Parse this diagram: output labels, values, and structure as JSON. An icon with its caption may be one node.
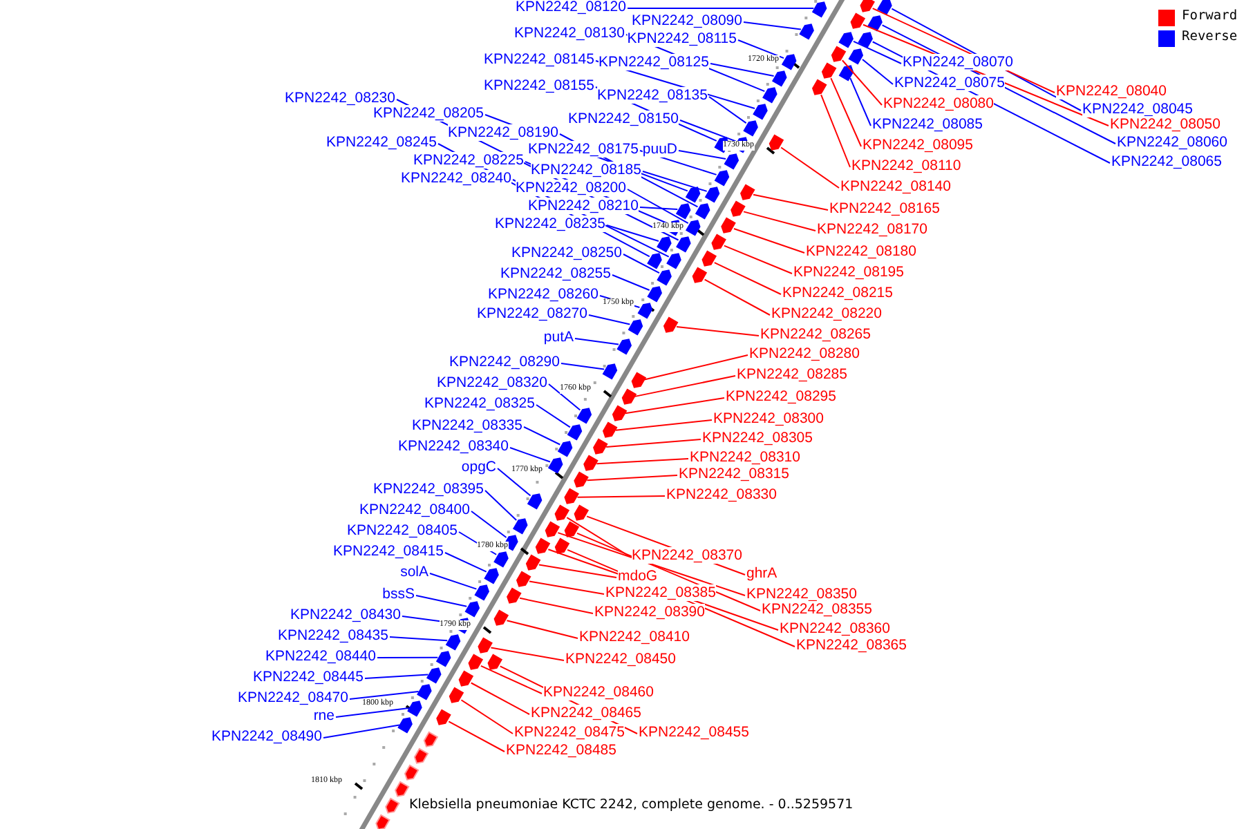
{
  "diagram": {
    "caption": "Klebsiella pneumoniae KCTC 2242, complete genome. - 0..5259571",
    "nodes": [
      {
        "text": [
          "KPN2242_08120"
        ]
      },
      {
        "text": [
          "KPN2242_08090"
        ]
      },
      {
        "text": [
          "KPN2242_08130"
        ]
      },
      {
        "text": [
          "KPN2242_08115"
        ]
      },
      {
        "text": [
          "KPN2242_08145"
        ]
      },
      {
        "text": [
          "KPN2242_08125"
        ]
      },
      {
        "text": [
          "KPN2242_08155"
        ]
      },
      {
        "text": [
          "KPN2242_08135"
        ]
      },
      {
        "text": [
          "KPN2242_08230"
        ]
      },
      {
        "text": [
          "KPN2242_08150"
        ]
      },
      {
        "text": [
          "KPN2242_08205"
        ]
      },
      {
        "text": [
          "KPN2242_08190"
        ]
      },
      {
        "text": [
          "KPN2242_08175"
        ]
      },
      {
        "text": [
          "puuD"
        ]
      },
      {
        "text": [
          "KPN2242_08245"
        ]
      },
      {
        "text": [
          "KPN2242_08185"
        ]
      },
      {
        "text": [
          "KPN2242_08225"
        ]
      },
      {
        "text": [
          "KPN2242_08240"
        ]
      },
      {
        "text": [
          "KPN2242_08200"
        ]
      },
      {
        "text": [
          "KPN2242_08210"
        ]
      },
      {
        "text": [
          "KPN2242_08235"
        ]
      },
      {
        "text": [
          "KPN2242_08250"
        ]
      },
      {
        "text": [
          "KPN2242_08255"
        ]
      },
      {
        "text": [
          "KPN2242_08260"
        ]
      },
      {
        "text": [
          "KPN2242_08270"
        ]
      },
      {
        "text": [
          "putA"
        ]
      },
      {
        "text": [
          "KPN2242_08290"
        ]
      },
      {
        "text": [
          "KPN2242_08320"
        ]
      },
      {
        "text": [
          "KPN2242_08325"
        ]
      },
      {
        "text": [
          "KPN2242_08335"
        ]
      },
      {
        "text": [
          "KPN2242_08340"
        ]
      },
      {
        "text": [
          "opgC"
        ]
      },
      {
        "text": [
          "KPN2242_08395"
        ]
      },
      {
        "text": [
          "KPN2242_08400"
        ]
      },
      {
        "text": [
          "KPN2242_08405"
        ]
      },
      {
        "text": [
          "KPN2242_08415"
        ]
      },
      {
        "text": [
          "solA"
        ]
      },
      {
        "text": [
          "bssS"
        ]
      },
      {
        "text": [
          "KPN2242_08430"
        ]
      },
      {
        "text": [
          "KPN2242_08435"
        ]
      },
      {
        "text": [
          "KPN2242_08440"
        ]
      },
      {
        "text": [
          "KPN2242_08445"
        ]
      },
      {
        "text": [
          "KPN2242_08470"
        ]
      },
      {
        "text": [
          "rne"
        ]
      },
      {
        "text": [
          "KPN2242_08490"
        ]
      },
      {
        "text": [
          "KPN2242_08070"
        ]
      },
      {
        "text": [
          "KPN2242_08075"
        ]
      },
      {
        "text": [
          "KPN2242_08085"
        ]
      },
      {
        "text": [
          "KPN2242_08045"
        ]
      },
      {
        "text": [
          "KPN2242_08060"
        ]
      },
      {
        "text": [
          "KPN2242_08065"
        ]
      },
      {
        "text": [
          "KPN2242_08040"
        ]
      },
      {
        "text": [
          "KPN2242_08050"
        ]
      },
      {
        "text": [
          "KPN2242_08080"
        ]
      },
      {
        "text": [
          "KPN2242_08095"
        ]
      },
      {
        "text": [
          "KPN2242_08110"
        ]
      },
      {
        "text": [
          "KPN2242_08140"
        ]
      },
      {
        "text": [
          "KPN2242_08165"
        ]
      },
      {
        "text": [
          "KPN2242_08170"
        ]
      },
      {
        "text": [
          "KPN2242_08180"
        ]
      },
      {
        "text": [
          "KPN2242_08195"
        ]
      },
      {
        "text": [
          "KPN2242_08215"
        ]
      },
      {
        "text": [
          "KPN2242_08220"
        ]
      },
      {
        "text": [
          "KPN2242_08265"
        ]
      },
      {
        "text": [
          "KPN2242_08280"
        ]
      },
      {
        "text": [
          "KPN2242_08285"
        ]
      },
      {
        "text": [
          "KPN2242_08295"
        ]
      },
      {
        "text": [
          "KPN2242_08300"
        ]
      },
      {
        "text": [
          "KPN2242_08305"
        ]
      },
      {
        "text": [
          "KPN2242_08310"
        ]
      },
      {
        "text": [
          "KPN2242_08315"
        ]
      },
      {
        "text": [
          "KPN2242_08330"
        ]
      },
      {
        "text": [
          "KPN2242_08370"
        ]
      },
      {
        "text": [
          "ghrA"
        ]
      },
      {
        "text": [
          "mdoG"
        ]
      },
      {
        "text": [
          "KPN2242_08350"
        ]
      },
      {
        "text": [
          "KPN2242_08385"
        ]
      },
      {
        "text": [
          "KPN2242_08355"
        ]
      },
      {
        "text": [
          "KPN2242_08390"
        ]
      },
      {
        "text": [
          "KPN2242_08360"
        ]
      },
      {
        "text": [
          "KPN2242_08365"
        ]
      },
      {
        "text": [
          "KPN2242_08410"
        ]
      },
      {
        "text": [
          "KPN2242_08450"
        ]
      },
      {
        "text": [
          "KPN2242_08460"
        ]
      },
      {
        "text": [
          "KPN2242_08465"
        ]
      },
      {
        "text": [
          "KPN2242_08475"
        ]
      },
      {
        "text": [
          "KPN2242_08455"
        ]
      },
      {
        "text": [
          "KPN2242_08485"
        ]
      },
      {
        "text": [],
        "shape": "arrow"
      },
      {
        "text": [],
        "shape": "arrow"
      },
      {
        "text": [],
        "shape": "arrow"
      },
      {
        "text": [],
        "shape": "arrow"
      },
      {
        "text": [],
        "shape": "arrow"
      },
      {
        "text": [],
        "shape": "arrow"
      },
      {
        "text": [],
        "shape": "arrow"
      },
      {
        "text": [],
        "shape": "arrow"
      },
      {
        "text": [],
        "shape": "arrow"
      },
      {
        "text": [],
        "shape": "arrow"
      },
      {
        "text": [],
        "shape": "arrow"
      },
      {
        "text": [],
        "shape": "arrow"
      },
      {
        "text": [],
        "shape": "arrow"
      },
      {
        "text": [],
        "shape": "arrow"
      },
      {
        "text": [],
        "shape": "arrow"
      },
      {
        "text": [],
        "shape": "arrow"
      },
      {
        "text": [],
        "shape": "arrow"
      },
      {
        "text": [],
        "shape": "arrow"
      },
      {
        "text": [],
        "shape": "arrow"
      },
      {
        "text": [],
        "shape": "arrow"
      },
      {
        "text": [],
        "shape": "arrow"
      },
      {
        "text": [],
        "shape": "arrow"
      },
      {
        "text": [],
        "shape": "arrow"
      },
      {
        "text": [],
        "shape": "arrow"
      },
      {
        "text": [],
        "shape": "arrow"
      },
      {
        "text": [],
        "shape": "arrow"
      },
      {
        "text": [],
        "shape": "arrow"
      },
      {
        "text": [],
        "shape": "arrow"
      },
      {
        "text": [],
        "shape": "arrow"
      },
      {
        "text": [],
        "shape": "arrow"
      },
      {
        "text": [],
        "shape": "arrow"
      },
      {
        "text": [],
        "shape": "arrow"
      },
      {
        "text": [],
        "shape": "arrow"
      },
      {
        "text": [],
        "shape": "arrow"
      },
      {
        "text": [],
        "shape": "arrow"
      },
      {
        "text": [],
        "shape": "arrow"
      },
      {
        "text": [],
        "shape": "arrow"
      },
      {
        "text": [],
        "shape": "arrow"
      },
      {
        "text": [],
        "shape": "arrow"
      },
      {
        "text": [],
        "shape": "arrow"
      },
      {
        "text": [],
        "shape": "arrow"
      },
      {
        "text": [],
        "shape": "arrow"
      },
      {
        "text": [],
        "shape": "arrow"
      },
      {
        "text": [],
        "shape": "arrow"
      },
      {
        "text": [],
        "shape": "arrow"
      },
      {
        "text": [],
        "shape": "arrow"
      },
      {
        "text": [],
        "shape": "arrow"
      },
      {
        "text": [],
        "shape": "arrow"
      },
      {
        "text": [],
        "shape": "arrow"
      },
      {
        "text": [],
        "shape": "arrow"
      },
      {
        "text": [],
        "shape": "arrow"
      },
      {
        "text": [],
        "shape": "arrow"
      },
      {
        "text": [],
        "shape": "arrow"
      },
      {
        "text": [],
        "shape": "arrow"
      },
      {
        "text": [],
        "shape": "arrow"
      },
      {
        "text": [],
        "shape": "arrow"
      },
      {
        "text": [],
        "shape": "arrow"
      },
      {
        "text": [],
        "shape": "arrow"
      },
      {
        "text": [],
        "shape": "arrow"
      },
      {
        "text": [],
        "shape": "arrow"
      },
      {
        "text": [],
        "shape": "arrow"
      },
      {
        "text": [],
        "shape": "arrow"
      },
      {
        "text": [],
        "shape": "arrow"
      },
      {
        "text": [],
        "shape": "arrow"
      },
      {
        "text": [],
        "shape": "arrow"
      },
      {
        "text": [],
        "shape": "arrow"
      },
      {
        "text": [],
        "shape": "arrow"
      },
      {
        "text": [],
        "shape": "arrow"
      },
      {
        "text": [],
        "shape": "arrow"
      },
      {
        "text": [],
        "shape": "arrow"
      },
      {
        "text": [],
        "shape": "arrow"
      },
      {
        "text": [],
        "shape": "arrow"
      },
      {
        "text": [],
        "shape": "arrow"
      },
      {
        "text": [],
        "shape": "arrow"
      },
      {
        "text": [],
        "shape": "arrow"
      },
      {
        "text": [],
        "shape": "arrow"
      },
      {
        "text": [],
        "shape": "arrow"
      },
      {
        "text": [],
        "shape": "arrow"
      },
      {
        "text": [],
        "shape": "arrow"
      },
      {
        "text": [],
        "shape": "arrow"
      },
      {
        "text": [],
        "shape": "arrow"
      },
      {
        "text": [],
        "shape": "arrow"
      },
      {
        "text": [],
        "shape": "arrow"
      },
      {
        "text": [],
        "shape": "arrow"
      },
      {
        "text": [],
        "shape": "arrow"
      },
      {
        "text": [],
        "shape": "arrow"
      },
      {
        "text": [],
        "shape": "arrow"
      },
      {
        "text": [],
        "shape": "arrow"
      }
    ],
    "edges": [
      {
        "from": 0,
        "to": 88,
        "arrow": "none"
      },
      {
        "from": 1,
        "to": 89,
        "arrow": "none"
      },
      {
        "from": 2,
        "to": 90,
        "arrow": "none"
      },
      {
        "from": 3,
        "to": 91,
        "arrow": "none"
      },
      {
        "from": 4,
        "to": 92,
        "arrow": "none"
      },
      {
        "from": 5,
        "to": 93,
        "arrow": "none"
      },
      {
        "from": 6,
        "to": 94,
        "arrow": "none"
      },
      {
        "from": 7,
        "to": 95,
        "arrow": "none"
      },
      {
        "from": 8,
        "to": 96,
        "arrow": "none"
      },
      {
        "from": 9,
        "to": 97,
        "arrow": "none"
      },
      {
        "from": 10,
        "to": 98,
        "arrow": "none"
      },
      {
        "from": 11,
        "to": 99,
        "arrow": "none"
      },
      {
        "from": 12,
        "to": 100,
        "arrow": "none"
      },
      {
        "from": 13,
        "to": 101,
        "arrow": "none"
      },
      {
        "from": 14,
        "to": 102,
        "arrow": "none"
      },
      {
        "from": 15,
        "to": 103,
        "arrow": "none"
      },
      {
        "from": 16,
        "to": 104,
        "arrow": "none"
      },
      {
        "from": 17,
        "to": 105,
        "arrow": "none"
      },
      {
        "from": 18,
        "to": 106,
        "arrow": "none"
      },
      {
        "from": 19,
        "to": 107,
        "arrow": "none"
      },
      {
        "from": 20,
        "to": 108,
        "arrow": "none"
      },
      {
        "from": 21,
        "to": 109,
        "arrow": "none"
      },
      {
        "from": 22,
        "to": 110,
        "arrow": "none"
      },
      {
        "from": 23,
        "to": 111,
        "arrow": "none"
      },
      {
        "from": 24,
        "to": 112,
        "arrow": "none"
      },
      {
        "from": 25,
        "to": 113,
        "arrow": "none"
      },
      {
        "from": 26,
        "to": 114,
        "arrow": "none"
      },
      {
        "from": 27,
        "to": 115,
        "arrow": "none"
      },
      {
        "from": 28,
        "to": 116,
        "arrow": "none"
      },
      {
        "from": 29,
        "to": 117,
        "arrow": "none"
      },
      {
        "from": 30,
        "to": 118,
        "arrow": "none"
      },
      {
        "from": 31,
        "to": 119,
        "arrow": "none"
      },
      {
        "from": 32,
        "to": 120,
        "arrow": "none"
      },
      {
        "from": 33,
        "to": 121,
        "arrow": "none"
      },
      {
        "from": 34,
        "to": 122,
        "arrow": "none"
      },
      {
        "from": 35,
        "to": 123,
        "arrow": "none"
      },
      {
        "from": 36,
        "to": 124,
        "arrow": "none"
      },
      {
        "from": 37,
        "to": 125,
        "arrow": "none"
      },
      {
        "from": 38,
        "to": 126,
        "arrow": "none"
      },
      {
        "from": 39,
        "to": 127,
        "arrow": "none"
      },
      {
        "from": 40,
        "to": 128,
        "arrow": "none"
      },
      {
        "from": 41,
        "to": 129,
        "arrow": "none"
      },
      {
        "from": 42,
        "to": 130,
        "arrow": "none"
      },
      {
        "from": 43,
        "to": 131,
        "arrow": "none"
      },
      {
        "from": 44,
        "to": 132,
        "arrow": "none"
      },
      {
        "from": 45,
        "to": 133,
        "arrow": "none"
      },
      {
        "from": 46,
        "to": 134,
        "arrow": "none"
      },
      {
        "from": 47,
        "to": 135,
        "arrow": "none"
      },
      {
        "from": 48,
        "to": 136,
        "arrow": "none"
      },
      {
        "from": 49,
        "to": 137,
        "arrow": "none"
      },
      {
        "from": 50,
        "to": 138,
        "arrow": "none"
      },
      {
        "from": 51,
        "to": 139,
        "arrow": "none",
        "color": "#ff0000"
      },
      {
        "from": 52,
        "to": 140,
        "arrow": "none",
        "color": "#ff0000"
      },
      {
        "from": 53,
        "to": 141,
        "arrow": "none",
        "color": "#ff0000"
      },
      {
        "from": 54,
        "to": 142,
        "arrow": "none",
        "color": "#ff0000"
      },
      {
        "from": 55,
        "to": 143,
        "arrow": "none",
        "color": "#ff0000"
      },
      {
        "from": 56,
        "to": 144,
        "arrow": "none",
        "color": "#ff0000"
      },
      {
        "from": 57,
        "to": 145,
        "arrow": "none",
        "color": "#ff0000"
      },
      {
        "from": 58,
        "to": 146,
        "arrow": "none",
        "color": "#ff0000"
      },
      {
        "from": 59,
        "to": 147,
        "arrow": "none",
        "color": "#ff0000"
      },
      {
        "from": 60,
        "to": 148,
        "arrow": "none",
        "color": "#ff0000"
      },
      {
        "from": 61,
        "to": 149,
        "arrow": "none",
        "color": "#ff0000"
      },
      {
        "from": 62,
        "to": 150,
        "arrow": "none",
        "color": "#ff0000"
      },
      {
        "from": 63,
        "to": 151,
        "arrow": "none",
        "color": "#ff0000"
      },
      {
        "from": 64,
        "to": 152,
        "arrow": "none",
        "color": "#ff0000"
      },
      {
        "from": 65,
        "to": 153,
        "arrow": "none",
        "color": "#ff0000"
      },
      {
        "from": 66,
        "to": 154,
        "arrow": "none",
        "color": "#ff0000"
      },
      {
        "from": 67,
        "to": 155,
        "arrow": "none",
        "color": "#ff0000"
      },
      {
        "from": 68,
        "to": 156,
        "arrow": "none",
        "color": "#ff0000"
      },
      {
        "from": 69,
        "to": 157,
        "arrow": "none",
        "color": "#ff0000"
      },
      {
        "from": 70,
        "to": 158,
        "arrow": "none",
        "color": "#ff0000"
      },
      {
        "from": 71,
        "to": 159,
        "arrow": "none",
        "color": "#ff0000"
      },
      {
        "from": 72,
        "to": 160,
        "arrow": "none",
        "color": "#ff0000"
      },
      {
        "from": 73,
        "to": 161,
        "arrow": "none",
        "color": "#ff0000"
      },
      {
        "from": 74,
        "to": 162,
        "arrow": "none",
        "color": "#ff0000"
      },
      {
        "from": 75,
        "to": 163,
        "arrow": "none",
        "color": "#ff0000"
      },
      {
        "from": 76,
        "to": 164,
        "arrow": "none",
        "color": "#ff0000"
      },
      {
        "from": 77,
        "to": 165,
        "arrow": "none",
        "color": "#ff0000"
      },
      {
        "from": 78,
        "to": 166,
        "arrow": "none",
        "color": "#ff0000"
      },
      {
        "from": 79,
        "to": 167,
        "arrow": "none",
        "color": "#ff0000"
      },
      {
        "from": 80,
        "to": 168,
        "arrow": "none",
        "color": "#ff0000"
      },
      {
        "from": 81,
        "to": 169,
        "arrow": "none",
        "color": "#ff0000"
      },
      {
        "from": 82,
        "to": 170,
        "arrow": "none",
        "color": "#ff0000"
      },
      {
        "from": 83,
        "to": 171,
        "arrow": "none",
        "color": "#ff0000"
      },
      {
        "from": 84,
        "to": 172,
        "arrow": "none",
        "color": "#ff0000"
      },
      {
        "from": 85,
        "to": 173,
        "arrow": "none",
        "color": "#ff0000"
      },
      {
        "from": 86,
        "to": 174,
        "arrow": "none",
        "color": "#ff0000"
      },
      {
        "from": 87,
        "to": 175,
        "arrow": "none",
        "color": "#ff0000"
      }
    ],
    "labels": [
      "1720 kbp",
      "1730 kbp",
      "1740 kbp",
      "1750 kbp",
      "1760 kbp",
      "1770 kbp",
      "1780 kbp",
      "1790 kbp",
      "1800 kbp",
      "1810 kbp"
    ],
    "legend": [
      {
        "text": "Forward",
        "color": "#ff0000"
      },
      {
        "text": "Reverse",
        "color": "#0000ff"
      }
    ]
  }
}
